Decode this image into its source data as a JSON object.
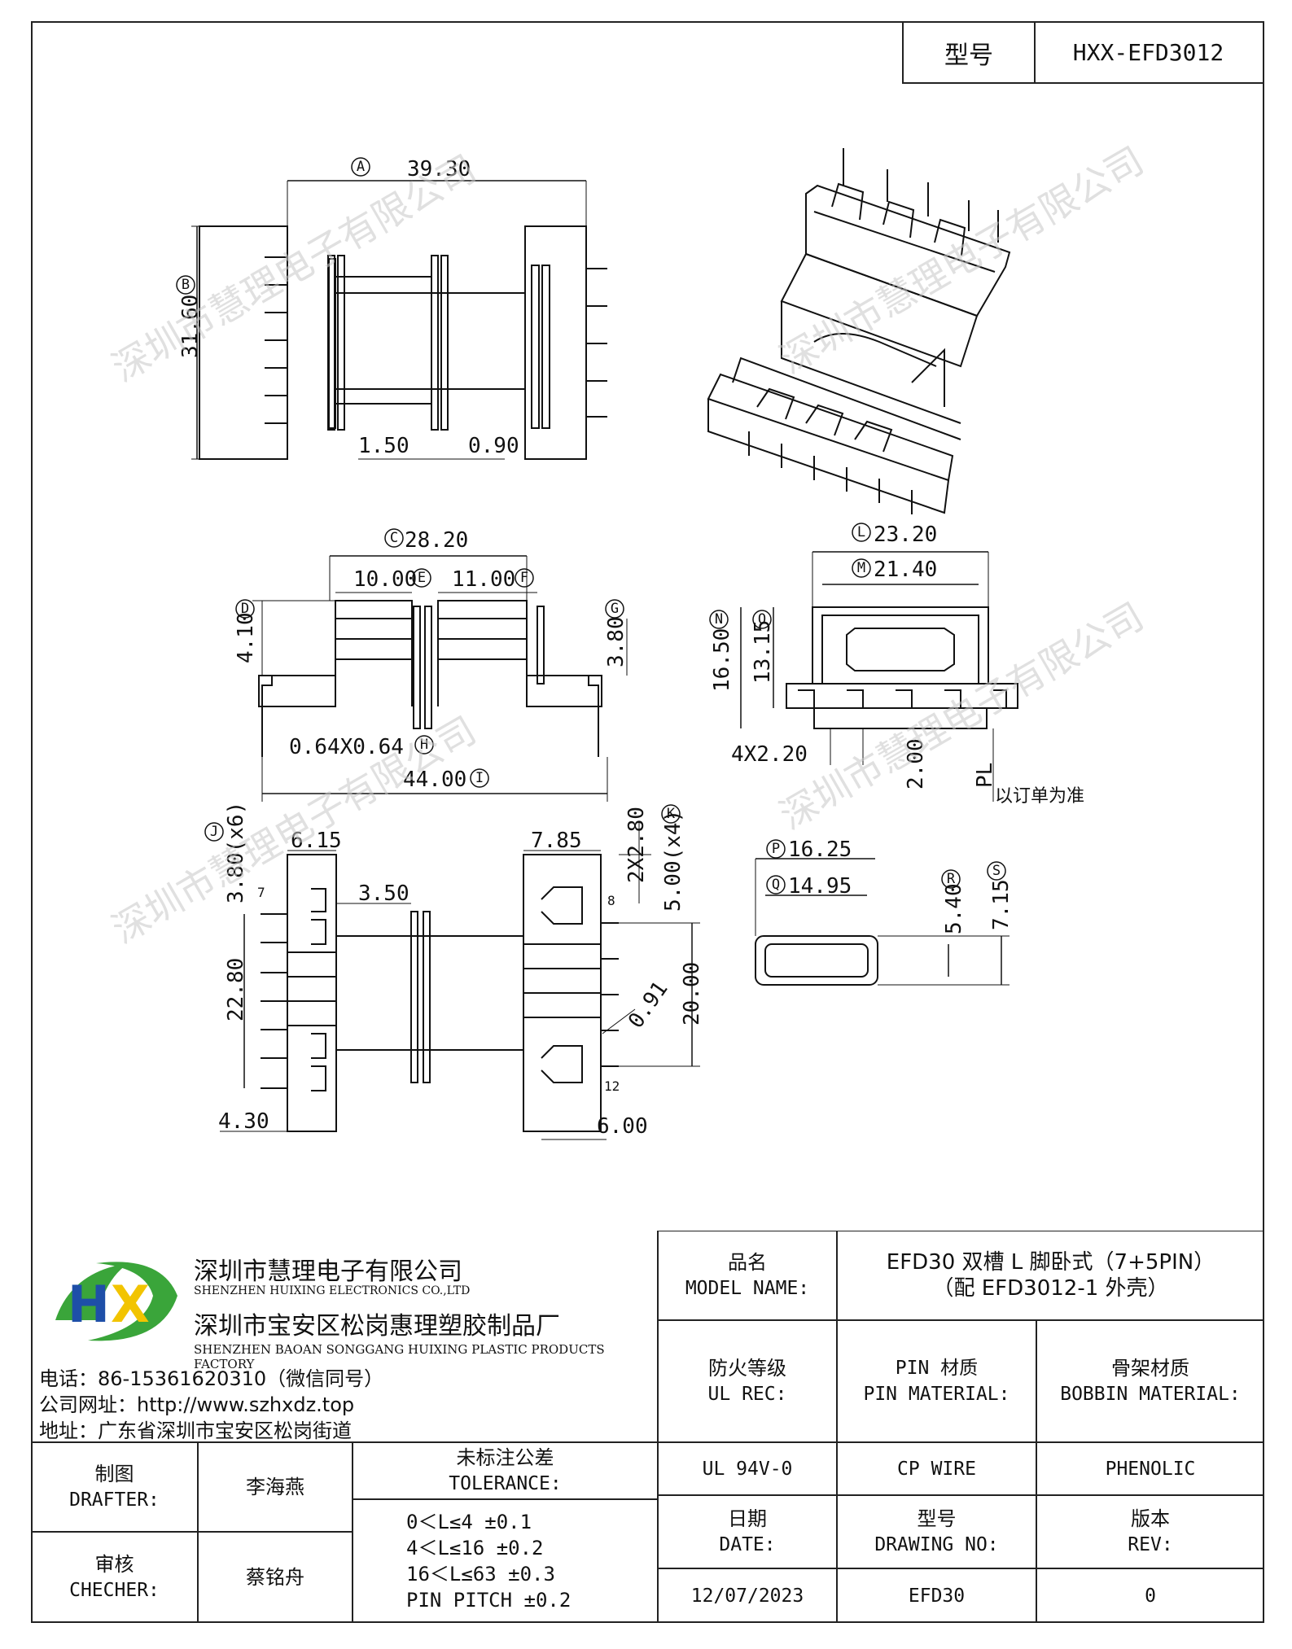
{
  "header": {
    "model_label": "型号",
    "model_value": "HXX-EFD3012"
  },
  "dims": {
    "a": "39.30",
    "b": "31.60",
    "d150": "1.50",
    "d090": "0.90",
    "c": "28.20",
    "e": "10.00",
    "f": "11.00",
    "d410": "4.10",
    "g380": "3.80",
    "h": "0.64X0.64",
    "i": "44.00",
    "l": "23.20",
    "m": "21.40",
    "n": "16.50",
    "o": "13.15",
    "pitch": "4X2.20",
    "d200": "2.00",
    "pl": "PL",
    "pl_note": "以订单为准",
    "j": "3.80(x6)",
    "d615": "6.15",
    "d350": "3.50",
    "d785": "7.85",
    "k": "2X2.80",
    "k2": "5.00(x4)",
    "d2280": "22.80",
    "d2000": "20.00",
    "d091": "0.91",
    "d430": "4.30",
    "d600": "6.00",
    "p": "16.25",
    "q": "14.95",
    "r": "5.40",
    "s": "7.15",
    "pin7": "7",
    "pin8": "8",
    "pin12": "12"
  },
  "circles": {
    "A": "A",
    "B": "B",
    "C": "C",
    "D": "D",
    "E": "E",
    "F": "F",
    "G": "G",
    "H": "H",
    "I": "I",
    "J": "J",
    "K": "K",
    "L": "L",
    "M": "M",
    "N": "N",
    "O": "O",
    "P": "P",
    "Q": "Q",
    "R": "R",
    "S": "S"
  },
  "watermark": "深圳市慧理电子有限公司",
  "company": {
    "name_cn": "深圳市慧理电子有限公司",
    "name_en": "SHENZHEN HUIXING ELECTRONICS CO.,LTD",
    "factory_cn": "深圳市宝安区松岗惠理塑胶制品厂",
    "factory_en": "SHENZHEN BAOAN SONGGANG HUIXING PLASTIC PRODUCTS FACTORY",
    "phone": "电话：86-15361620310（微信同号）",
    "website": "公司网址：http://www.szhxdz.top",
    "address": "地址：广东省深圳市宝安区松岗街道"
  },
  "title_block": {
    "model_name_cn": "品名",
    "model_name_en": "MODEL NAME:",
    "model_name_value1": "EFD30 双槽 L 脚卧式（7+5PIN）",
    "model_name_value2": "（配 EFD3012-1 外壳）",
    "ul_cn": "防火等级",
    "ul_en": "UL REC:",
    "pin_cn": "PIN 材质",
    "pin_en": "PIN MATERIAL:",
    "bobbin_cn": "骨架材质",
    "bobbin_en": "BOBBIN MATERIAL:",
    "ul_value": "UL 94V-0",
    "pin_value": "CP WIRE",
    "bobbin_value": "PHENOLIC",
    "drafter_cn": "制图",
    "drafter_en": "DRAFTER:",
    "drafter_name": "李海燕",
    "checker_cn": "审核",
    "checker_en": "CHECHER:",
    "checker_name": "蔡铭舟",
    "tol_cn": "未标注公差",
    "tol_en": "TOLERANCE:",
    "tol_lines": [
      "0＜L≤4  ±0.1",
      "4＜L≤16 ±0.2",
      "16＜L≤63 ±0.3",
      "PIN PITCH ±0.2"
    ],
    "date_cn": "日期",
    "date_en": "DATE:",
    "date_value": "12/07/2023",
    "dwg_cn": "型号",
    "dwg_en": "DRAWING NO:",
    "dwg_value": "EFD30",
    "rev_cn": "版本",
    "rev_en": "REV:",
    "rev_value": "0"
  },
  "colors": {
    "logo_green": "#3aa53a",
    "logo_yellow": "#f2c400",
    "logo_blue": "#1e4fa8"
  }
}
